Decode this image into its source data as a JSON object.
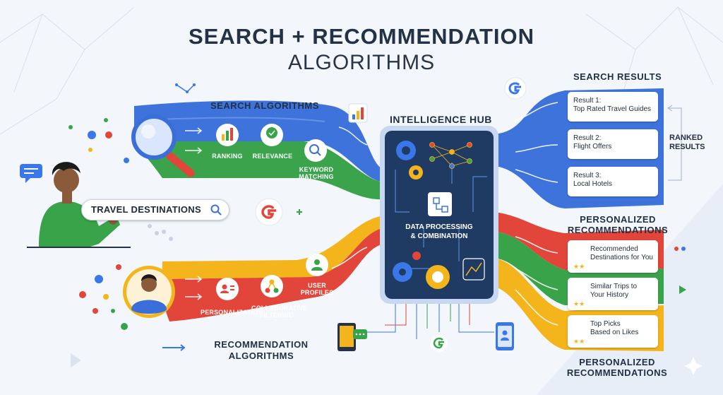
{
  "title": {
    "line1": "SEARCH + RECOMMENDATION",
    "line2": "ALGORITHMS"
  },
  "search_algorithms": {
    "heading": "SEARCH ALGORITHMS",
    "steps": [
      "RANKING",
      "RELEVANCE",
      "KEYWORD",
      "MATCHING"
    ]
  },
  "search_query": "TRAVEL DESTINATIONS",
  "hub": {
    "heading": "INTELLIGENCE HUB",
    "label_line1": "DATA PROCESSING",
    "label_line2": "& COMBINATION"
  },
  "search_results": {
    "heading": "SEARCH RESULTS",
    "items": [
      {
        "title": "Result 1:",
        "text": "Top Rated Travel Guides"
      },
      {
        "title": "Result 2:",
        "text": "Flight Offers"
      },
      {
        "title": "Result 3:",
        "text": "Local Hotels"
      }
    ],
    "side_label_1": "RANKED",
    "side_label_2": "RESULTS"
  },
  "recommendation_algorithms": {
    "heading_line1": "RECOMMENDATION",
    "heading_line2": "ALGORITHMS",
    "steps": [
      "PERSONALIZATION",
      "COLLABORATIVE",
      "FILTERING",
      "USER",
      "PROFILES"
    ]
  },
  "personalized": {
    "heading_line1": "PERSONALIZED",
    "heading_line2": "RECOMMENDATIONS",
    "items": [
      {
        "line1": "Recommended",
        "line2": "Destinations for You"
      },
      {
        "line1": "Similar Trips to",
        "line2": "Your History"
      },
      {
        "line1": "Top Picks",
        "line2": "Based on Likes"
      }
    ],
    "footer_line1": "PERSONALIZED",
    "footer_line2": "RECOMMENDATIONS"
  },
  "colors": {
    "blue": "#3a6fd9",
    "green": "#39a34a",
    "yellow": "#f3b51b",
    "red": "#e2453a",
    "hub": "#1f3b63"
  },
  "icons": [
    "magnifier-icon",
    "bar-chart-icon",
    "award-badge-icon",
    "search-icon",
    "gear-icon",
    "neural-network-icon",
    "google-logo-icon",
    "user-profile-icon",
    "share-network-icon",
    "chat-bubble-icon",
    "star-icon",
    "history-icon",
    "location-pin-icon",
    "heart-icon"
  ]
}
